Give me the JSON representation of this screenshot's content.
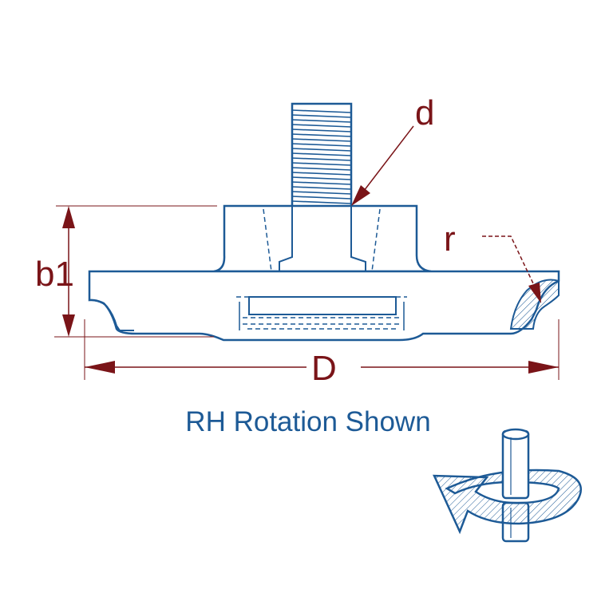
{
  "labels": {
    "d": "d",
    "b1": "b1",
    "r": "r",
    "D": "D"
  },
  "caption": "RH Rotation Shown",
  "colors": {
    "outline": "#1d5a96",
    "dimension": "#7a1418",
    "hatch": "#1d5a96",
    "background": "#ffffff"
  },
  "icons": {
    "rotation": "right-hand-rotation-arrow-icon"
  }
}
